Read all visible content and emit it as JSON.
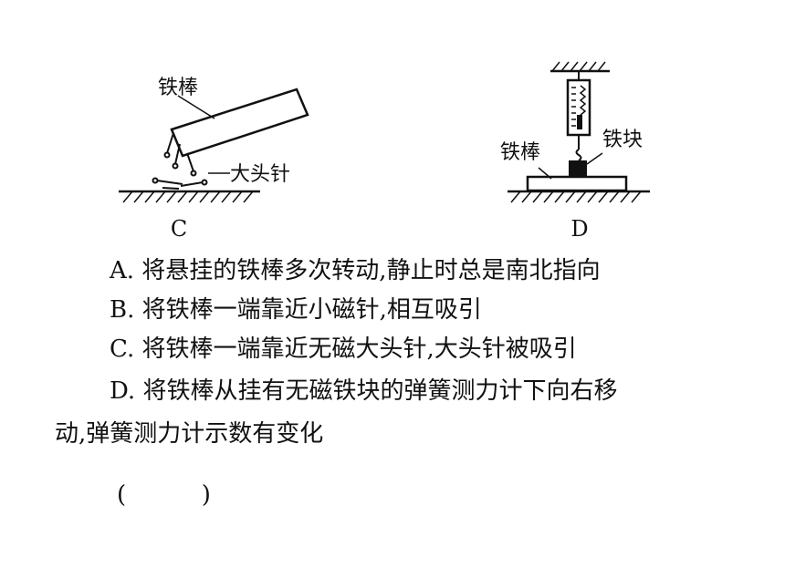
{
  "figure": {
    "c": {
      "caption": "C",
      "bar_label": "铁棒",
      "pins_label": "大头针"
    },
    "d": {
      "caption": "D",
      "bar_label": "铁棒",
      "block_label": "铁块"
    }
  },
  "options": {
    "a": "A. 将悬挂的铁棒多次转动,静止时总是南北指向",
    "b": "B. 将铁棒一端靠近小磁针,相互吸引",
    "c": "C. 将铁棒一端靠近无磁大头针,大头针被吸引",
    "d_line1": "D. 将铁棒从挂有无磁铁块的弹簧测力计下向右移",
    "d_line2": "动,弹簧测力计示数有变化"
  },
  "answer_blank": "(          )"
}
